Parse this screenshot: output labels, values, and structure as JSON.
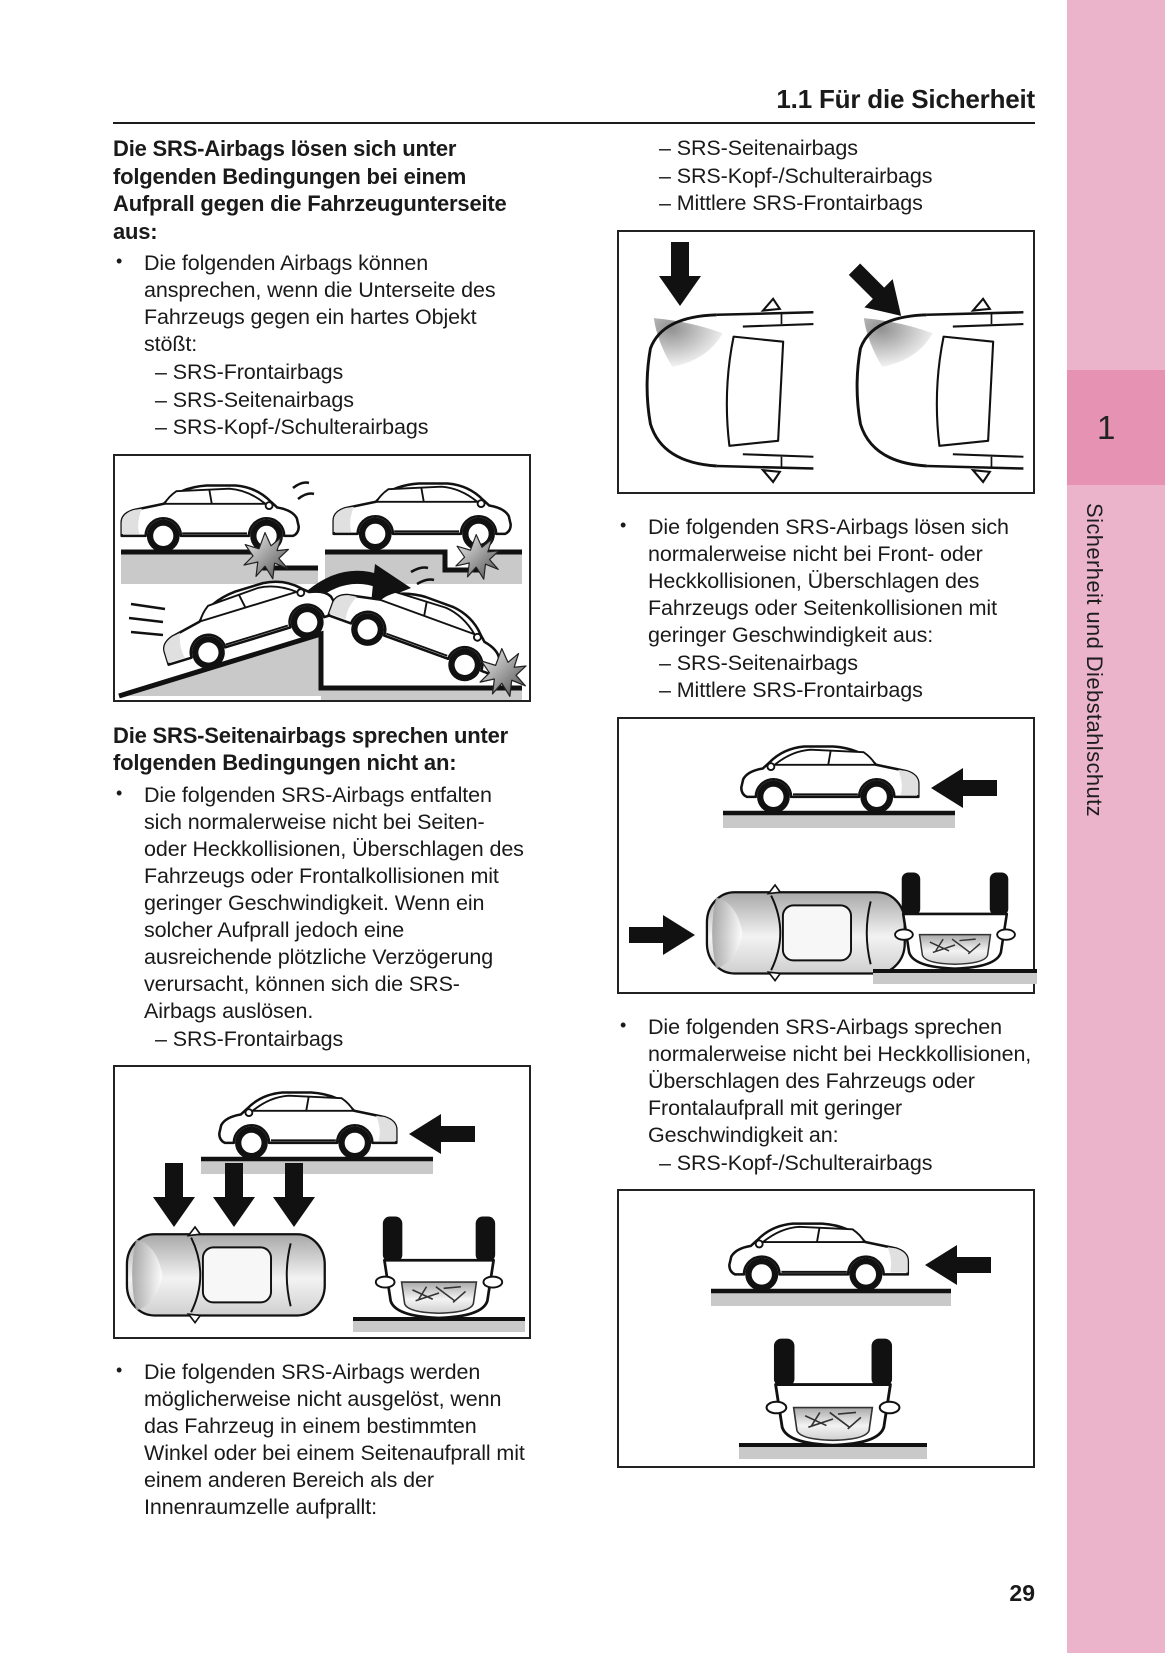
{
  "glyphs": {
    "bullet": "•"
  },
  "colors": {
    "sidebar_light": "#ecb4ca",
    "sidebar_dark": "#e692b3",
    "text": "#1a1a1a",
    "ground_gray": "#c9c9c9"
  },
  "header": {
    "section_title": "1.1 Für die Sicherheit"
  },
  "sidebar": {
    "chapter_number": "1",
    "chapter_title": "Sicherheit und Diebstahlschutz"
  },
  "footer": {
    "page_number": "29"
  },
  "left_column": {
    "heading1": "Die SRS-Airbags lösen sich unter folgenden Bedingungen bei einem Aufprall gegen die Fahrzeugunterseite aus:",
    "bullet1": "Die folgenden Airbags können ansprechen, wenn die Unterseite des Fahrzeugs gegen ein hartes Objekt stößt:",
    "list1": [
      "– SRS-Frontairbags",
      "– SRS-Seitenairbags",
      "– SRS-Kopf-/Schulterairbags"
    ],
    "heading2": "Die SRS-Seitenairbags sprechen unter folgenden Bedingungen nicht an:",
    "bullet2": "Die folgenden SRS-Airbags entfalten sich normalerweise nicht bei Seiten- oder Heckkollisionen, Überschlagen des Fahrzeugs oder Frontalkollisionen mit geringer Geschwindigkeit. Wenn ein solcher Aufprall jedoch eine ausreichende plötzliche Verzögerung verursacht, können sich die SRS-Airbags auslösen.",
    "list2": [
      "– SRS-Frontairbags"
    ],
    "bullet3": "Die folgenden SRS-Airbags werden möglicherweise nicht ausgelöst, wenn das Fahrzeug in einem bestimmten Winkel oder bei einem Seitenaufprall mit einem anderen Bereich als der Innenraumzelle aufprallt:"
  },
  "right_column": {
    "list0": [
      "– SRS-Seitenairbags",
      "– SRS-Kopf-/Schulterairbags",
      "– Mittlere SRS-Frontairbags"
    ],
    "bullet1": "Die folgenden SRS-Airbags lösen sich normalerweise nicht bei Front- oder Heckkollisionen, Überschlagen des Fahrzeugs oder Seitenkollisionen mit geringer Geschwindigkeit aus:",
    "list1": [
      "– SRS-Seitenairbags",
      "– Mittlere SRS-Frontairbags"
    ],
    "bullet2": "Die folgenden SRS-Airbags sprechen normalerweise nicht bei Heckkollisionen, Überschlagen des Fahrzeugs oder Frontalaufprall mit geringer Geschwindigkeit an:",
    "list2": [
      "– SRS-Kopf-/Schulterairbags"
    ]
  }
}
